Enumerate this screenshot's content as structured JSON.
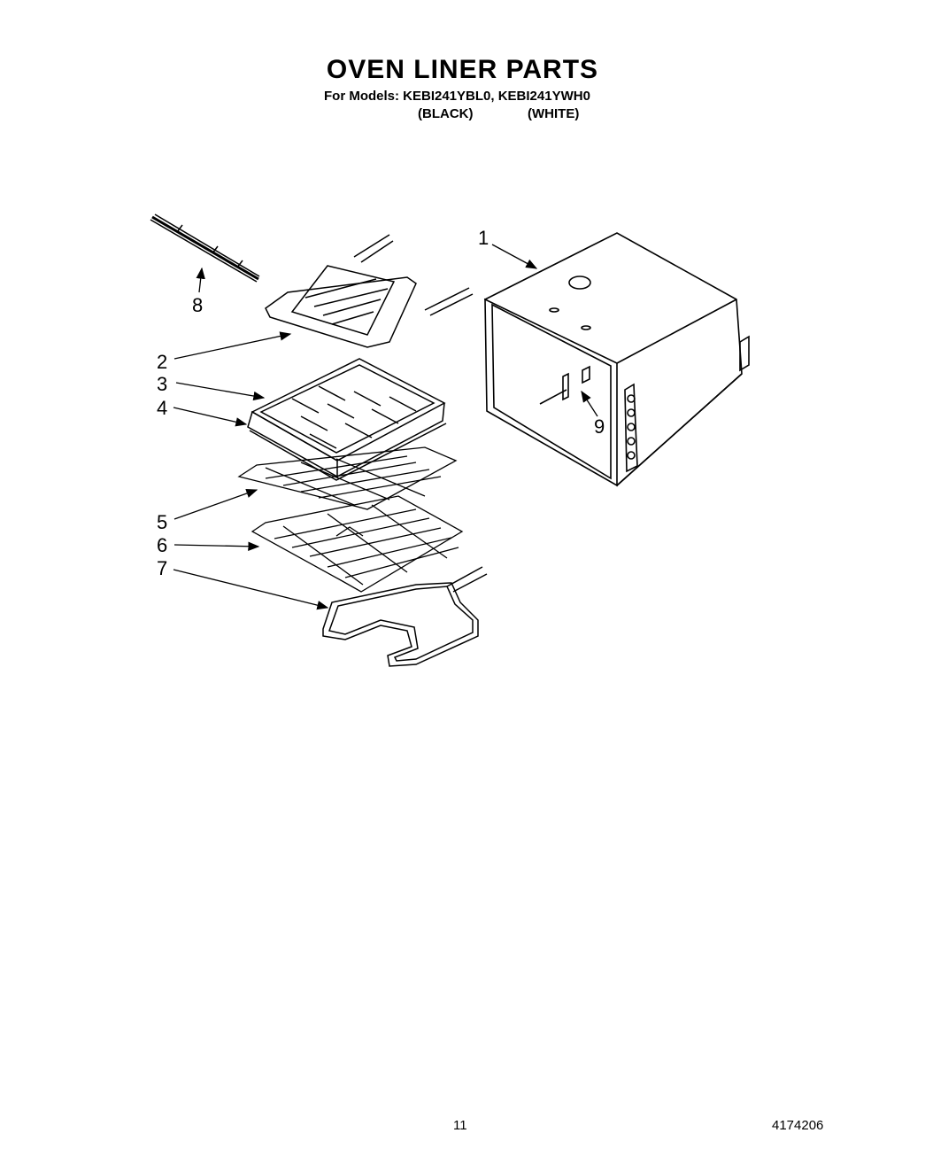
{
  "header": {
    "title": "OVEN LINER PARTS",
    "models_line": "For Models: KEBI241YBL0, KEBI241YWH0",
    "color_black": "(BLACK)",
    "color_white": "(WHITE)"
  },
  "callouts": [
    "1",
    "2",
    "3",
    "4",
    "5",
    "6",
    "7",
    "8",
    "9"
  ],
  "footer": {
    "page_number": "11",
    "doc_number": "4174206"
  }
}
